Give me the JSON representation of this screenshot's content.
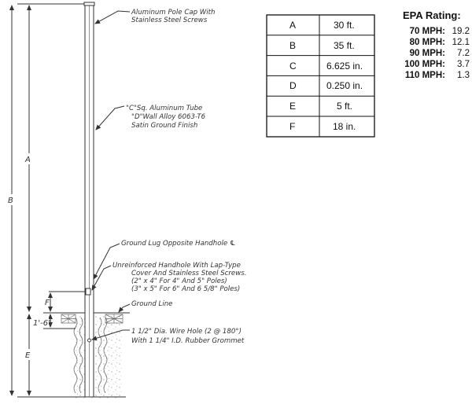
{
  "callouts": {
    "cap": [
      "Aluminum Pole Cap With",
      "Stainless Steel Screws"
    ],
    "tube": [
      "\"C\"Sq. Aluminum Tube",
      "\"D\"Wall Alloy 6063-T6",
      "Satin Ground Finish"
    ],
    "lug": [
      "Ground Lug Opposite Handhole ℄"
    ],
    "handhole": [
      "Unreinforced Handhole With Lap-Type",
      "Cover And Stainless Steel Screws.",
      "(2\" x 4\" For 4\" And 5\" Poles)",
      "(3\" x 5\" For 6\" And 6 5/8\" Poles)"
    ],
    "ground_line": [
      "Ground Line"
    ],
    "wire_hole": [
      "1 1/2\" Dia. Wire Hole (2 @ 180°)",
      "With 1 1/4\" I.D. Rubber Grommet"
    ]
  },
  "dimensions": {
    "a": "A",
    "b": "B",
    "e": "E",
    "f": "F",
    "one_six": "1'-6\""
  },
  "spec_table": [
    {
      "label": "A",
      "value": "30 ft."
    },
    {
      "label": "B",
      "value": "35 ft."
    },
    {
      "label": "C",
      "value": "6.625 in."
    },
    {
      "label": "D",
      "value": "0.250 in."
    },
    {
      "label": "E",
      "value": "5 ft."
    },
    {
      "label": "F",
      "value": "18 in."
    }
  ],
  "epa": {
    "title": "EPA Rating:",
    "rows": [
      {
        "speed": "70 MPH:",
        "value": "19.2"
      },
      {
        "speed": "80 MPH:",
        "value": "12.1"
      },
      {
        "speed": "90 MPH:",
        "value": "7.2"
      },
      {
        "speed": "100 MPH:",
        "value": "3.7"
      },
      {
        "speed": "110 MPH:",
        "value": "1.3"
      }
    ]
  }
}
